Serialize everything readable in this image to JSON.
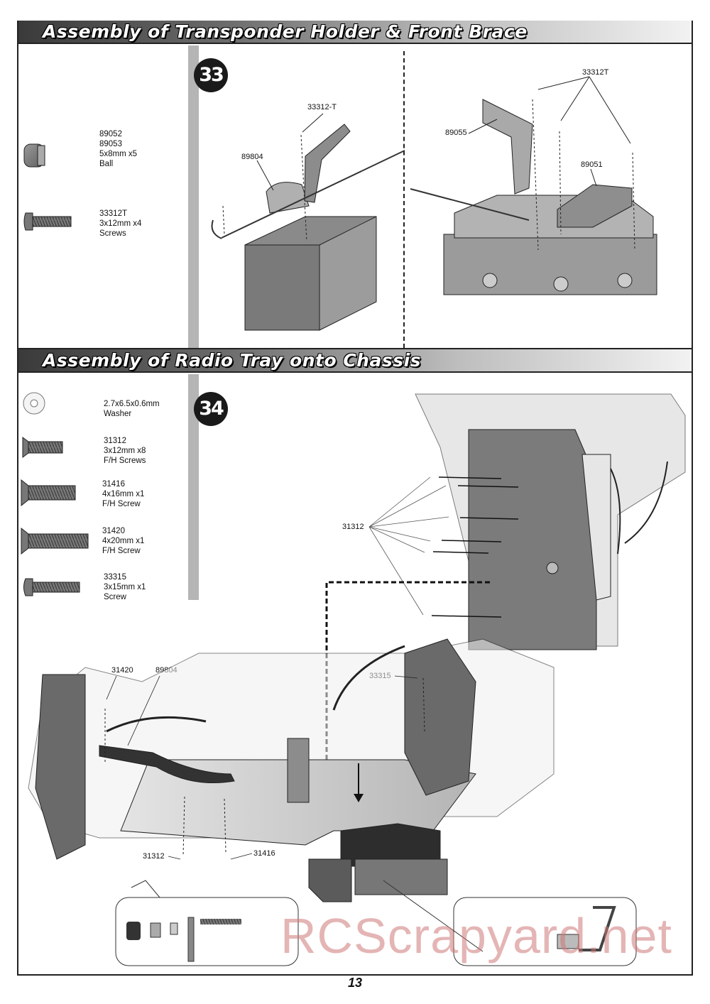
{
  "section1": {
    "title": "Assembly of Transponder Holder & Front Brace",
    "step": "33",
    "parts": [
      {
        "text": "89052\n89053\n5x8mm x5\nBall"
      },
      {
        "text": "33312T\n3x12mm x4\nScrews"
      }
    ],
    "callouts": [
      "33312-T",
      "89804",
      "33312T",
      "89055",
      "89051"
    ]
  },
  "section2": {
    "title": "Assembly of Radio Tray onto Chassis",
    "step": "34",
    "parts": [
      {
        "text": "2.7x6.5x0.6mm\nWasher"
      },
      {
        "text": "31312\n3x12mm x8\nF/H Screws"
      },
      {
        "text": "31416\n4x16mm x1\nF/H Screw"
      },
      {
        "text": "31420\n4x20mm x1\nF/H Screw"
      },
      {
        "text": "33315\n3x15mm x1\nScrew"
      }
    ],
    "callouts": [
      "31312",
      "31420",
      "89804",
      "33315",
      "31312",
      "31416"
    ]
  },
  "watermark": "RCScrapyard.net",
  "page_number": "13"
}
